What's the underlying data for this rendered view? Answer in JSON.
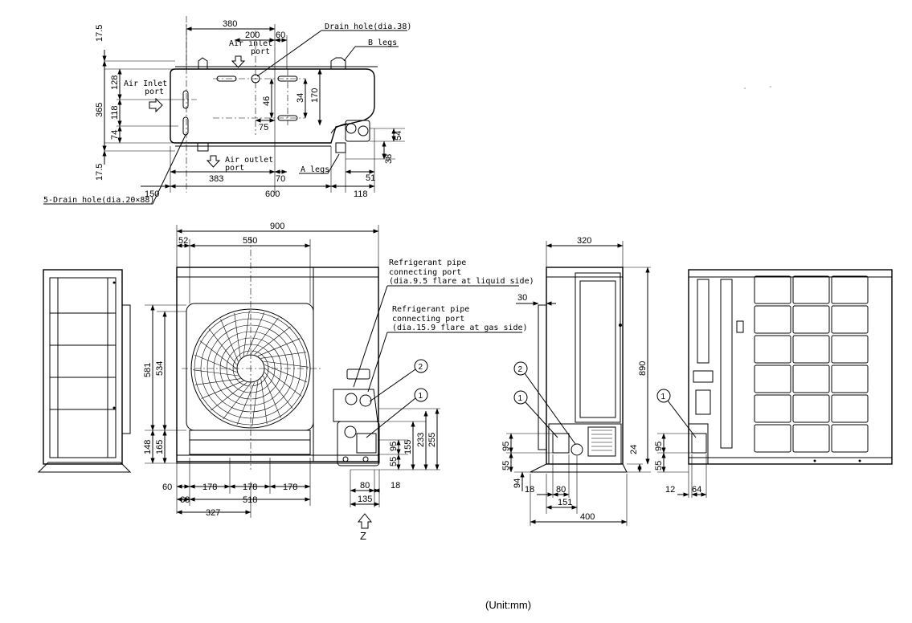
{
  "unit_label": "(Unit:mm)",
  "view_label_z": "Z",
  "top_view": {
    "dims": {
      "top_380": "380",
      "top_200": "200",
      "top_60": "60",
      "left_17_5_top": "17.5",
      "left_365": "365",
      "left_17_5_bot": "17.5",
      "left_128": "128",
      "left_118": "118",
      "left_74": "74",
      "mid_46": "46",
      "mid_75": "75",
      "mid_34": "34",
      "mid_170": "170",
      "right_54": "54",
      "right_38": "38",
      "right_51": "51",
      "bot_383": "383",
      "bot_70": "70",
      "bot_150": "150",
      "bot_600": "600",
      "bot_118": "118"
    },
    "labels": {
      "drain_hole": "Drain hole(dia.38)",
      "b_legs": "B legs",
      "a_legs": "A legs",
      "air_inlet_top_1": "Air inlet",
      "air_inlet_top_2": "port",
      "air_inlet_left_1": "Air Inlet",
      "air_inlet_left_2": "port",
      "air_outlet_1": "Air outlet",
      "air_outlet_2": "port",
      "drain_5": "5-Drain hole(dia.20×88)"
    }
  },
  "front_view": {
    "dims": {
      "w_900": "900",
      "w_52": "52",
      "w_550": "550",
      "h_581": "581",
      "h_534": "534",
      "h_148": "148",
      "h_165": "165",
      "b_60": "60",
      "b_178a": "178",
      "b_178b": "178",
      "b_178c": "178",
      "b_68": "68",
      "b_518": "518",
      "b_327": "327",
      "p_80": "80",
      "p_18": "18",
      "p_135": "135",
      "r_95": "95",
      "r_55": "55",
      "r_155": "155",
      "r_233": "233",
      "r_255": "255"
    },
    "callouts": {
      "c1": "1",
      "c2": "2"
    },
    "ref_liquid": [
      "Refrigerant pipe",
      "connecting port",
      "(dia.9.5 flare at liquid side)"
    ],
    "ref_gas": [
      "Refrigerant pipe",
      "connecting port",
      "(dia.15.9 flare at gas side)"
    ]
  },
  "side_view": {
    "dims": {
      "w_320": "320",
      "d_30": "30",
      "h_890": "890",
      "h_24": "24",
      "l_95": "95",
      "l_55": "55",
      "l_94": "94",
      "b_18": "18",
      "b_80": "80",
      "b_151": "151",
      "b_400": "400"
    },
    "callouts": {
      "c1": "1",
      "c2": "2"
    }
  },
  "back_view": {
    "dims": {
      "l_95": "95",
      "l_55": "55",
      "b_12": "12",
      "b_64": "64"
    },
    "callouts": {
      "c1": "1"
    }
  },
  "colors": {
    "line": "#000000",
    "background": "#ffffff"
  }
}
